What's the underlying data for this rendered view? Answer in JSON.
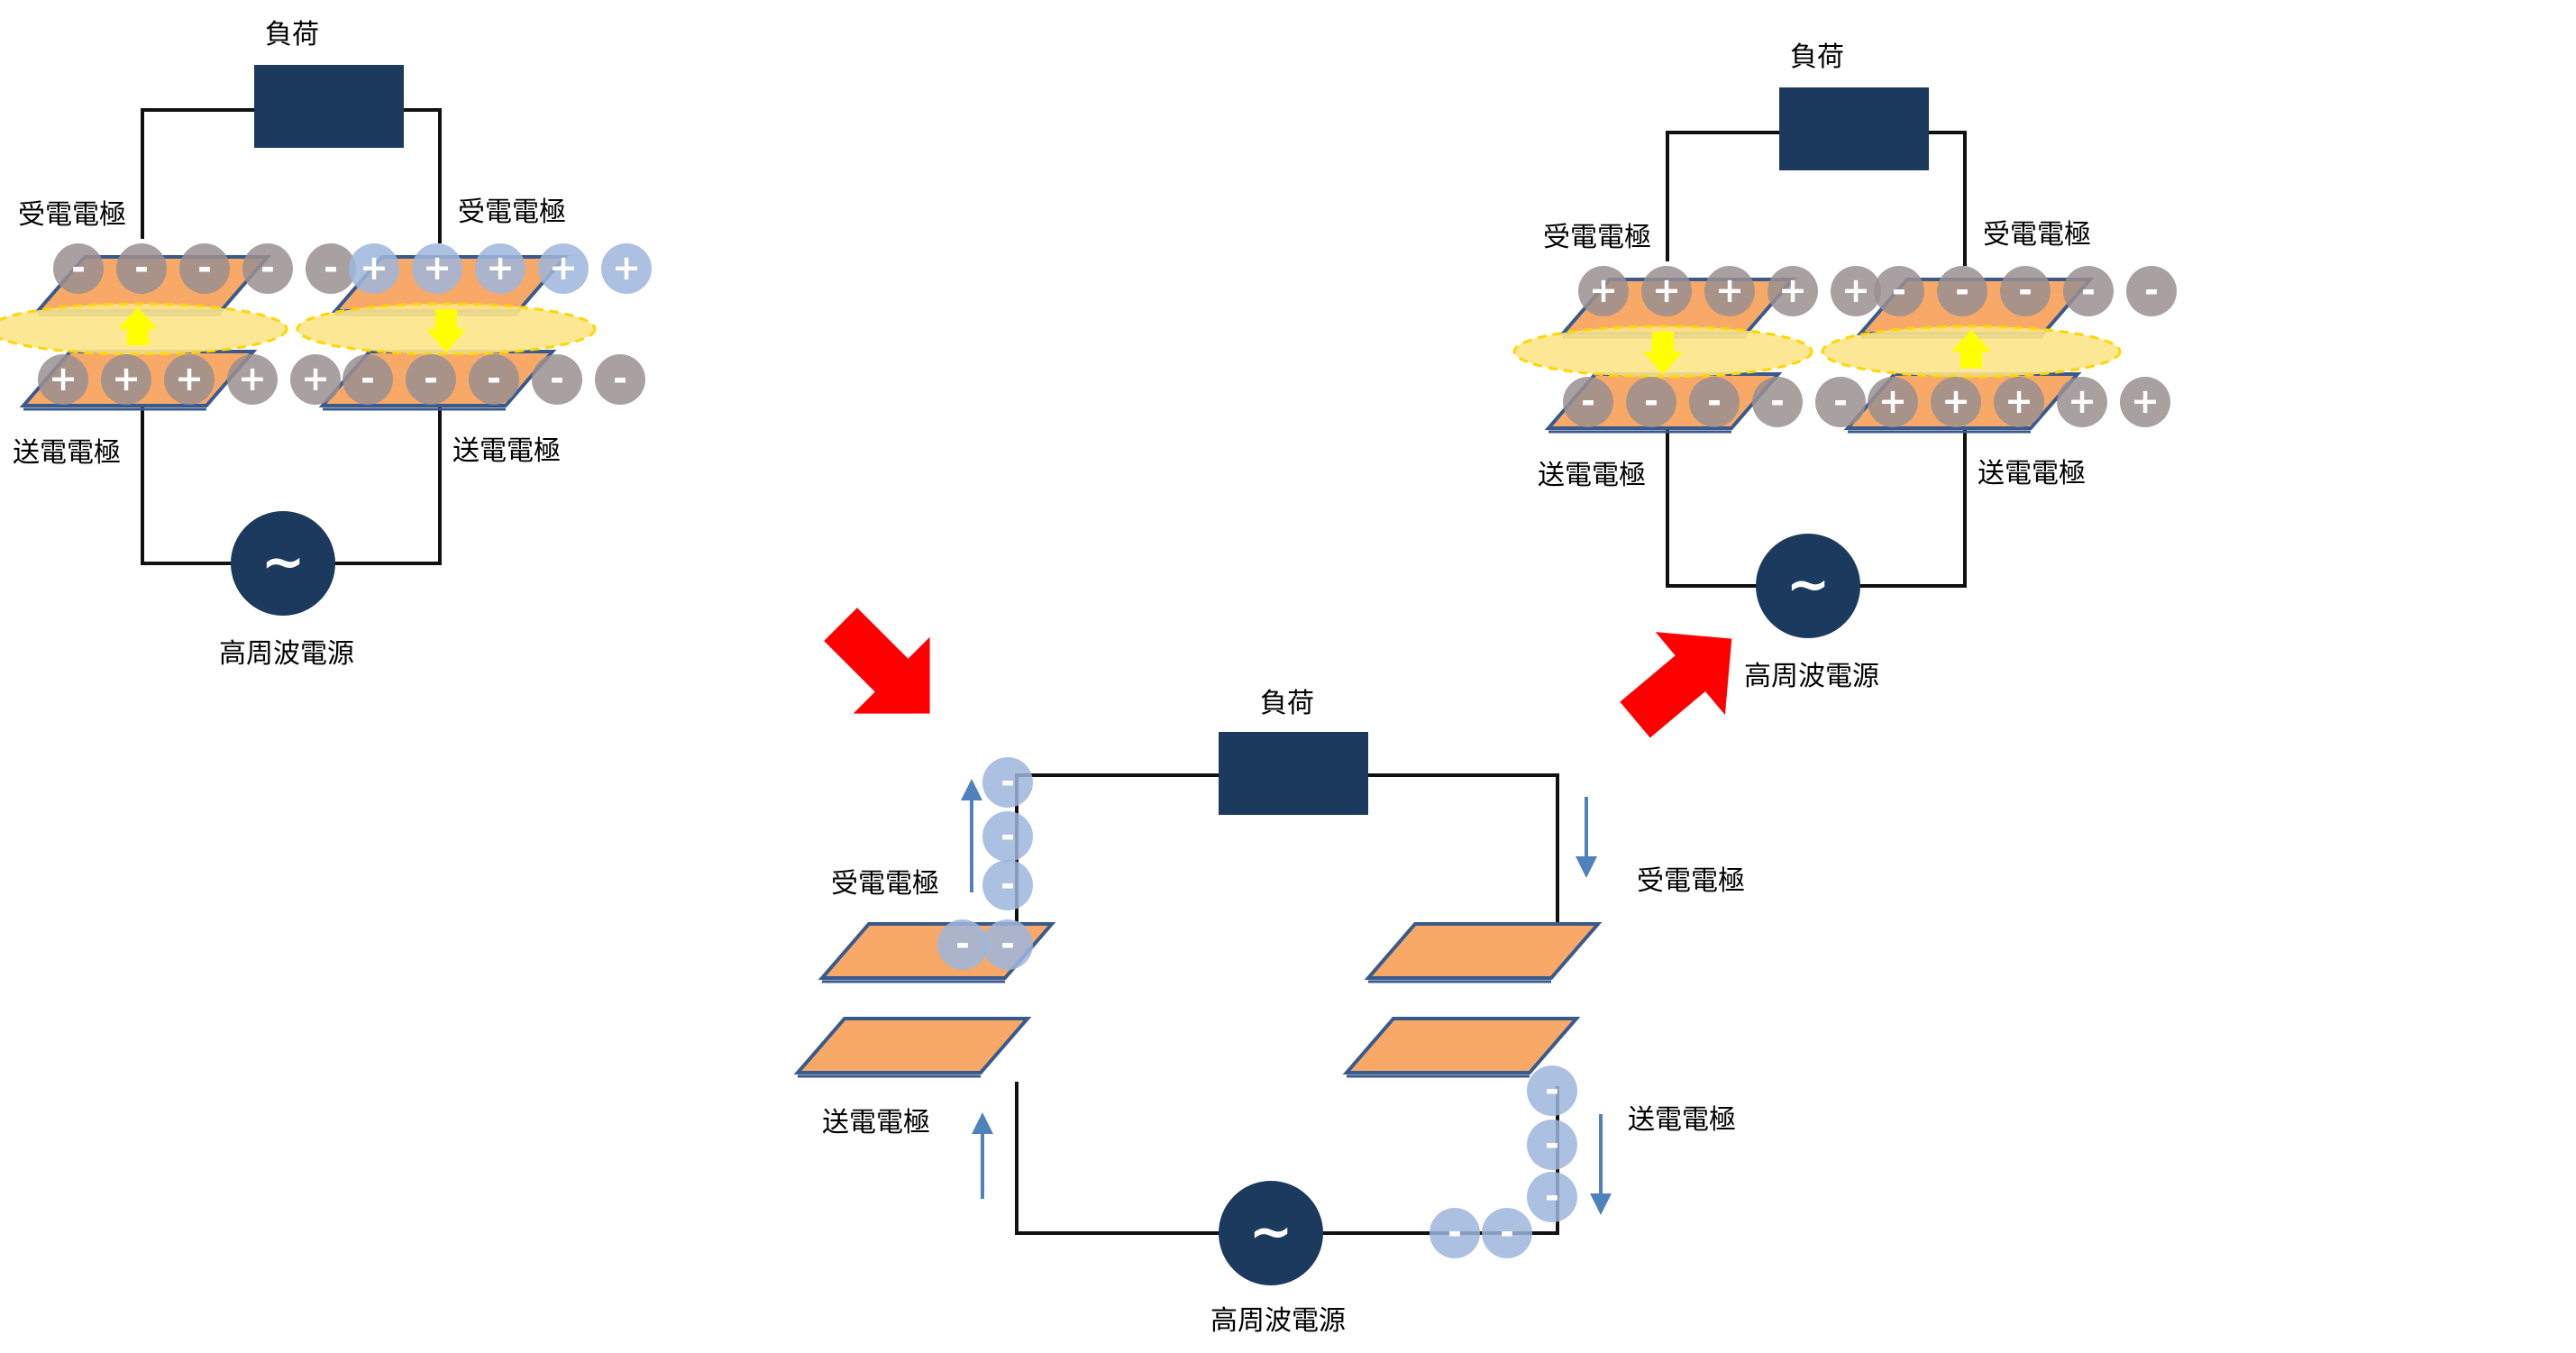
{
  "labels": {
    "load": "負荷",
    "source": "高周波電源",
    "receive_electrode": "受電電極",
    "send_electrode": "送電電極",
    "source_symbol": "~"
  },
  "charges": {
    "minus": "-",
    "plus": "+"
  },
  "colors": {
    "plate": "#F8A968",
    "plate_edge": "#3A5A8C",
    "load_box": "#1B3A5E",
    "charge_gray": "#9A8F90",
    "charge_blue": "#9DB6DC",
    "flow_arrow": "#4F81BD",
    "field": "#FCE48A",
    "field_edge": "#FFD700",
    "field_arrow": "#FFFF00",
    "stage_arrow": "#FF0000"
  },
  "panels": [
    {
      "id": "state-1",
      "left_pair": {
        "receive": "-",
        "send": "+",
        "field": "up"
      },
      "right_pair": {
        "receive": "+",
        "send": "-",
        "field": "down"
      }
    },
    {
      "id": "state-2-transition",
      "note": "",
      "left_pair": {
        "receive": "",
        "send": ""
      },
      "right_pair": {
        "receive": "",
        "send": ""
      }
    },
    {
      "id": "state-3",
      "left_pair": {
        "receive": "+",
        "send": "-",
        "field": "down"
      },
      "right_pair": {
        "receive": "-",
        "send": "+",
        "field": "up"
      }
    }
  ]
}
